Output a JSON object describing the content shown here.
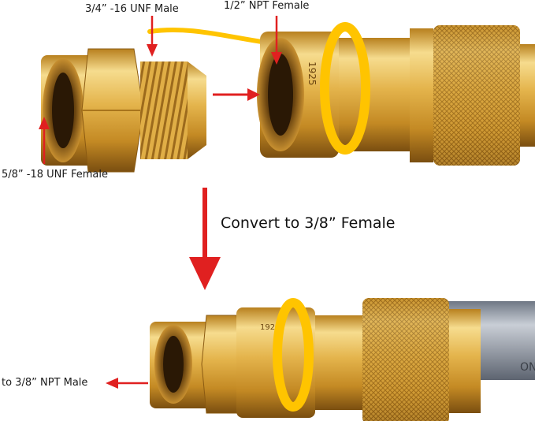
{
  "labels": {
    "male_thread": "3/4” -16 UNF Male",
    "npt_female": "1/2” NPT Female",
    "unf_female": "5/8” -18 UNF Female",
    "convert": "Convert to 3/8” Female",
    "npt_male": "to 3/8” NPT Male"
  },
  "stamps": {
    "top_fitting": "1925",
    "bottom_fitting": "1925",
    "hose_text": "ON"
  },
  "colors": {
    "brass_light": "#f2d27a",
    "brass_mid": "#d9a43a",
    "brass_dark": "#8a5a12",
    "arrow_red": "#e02020",
    "tag_yellow": "#ffc400",
    "hose_grey": "#9ea6b3"
  }
}
